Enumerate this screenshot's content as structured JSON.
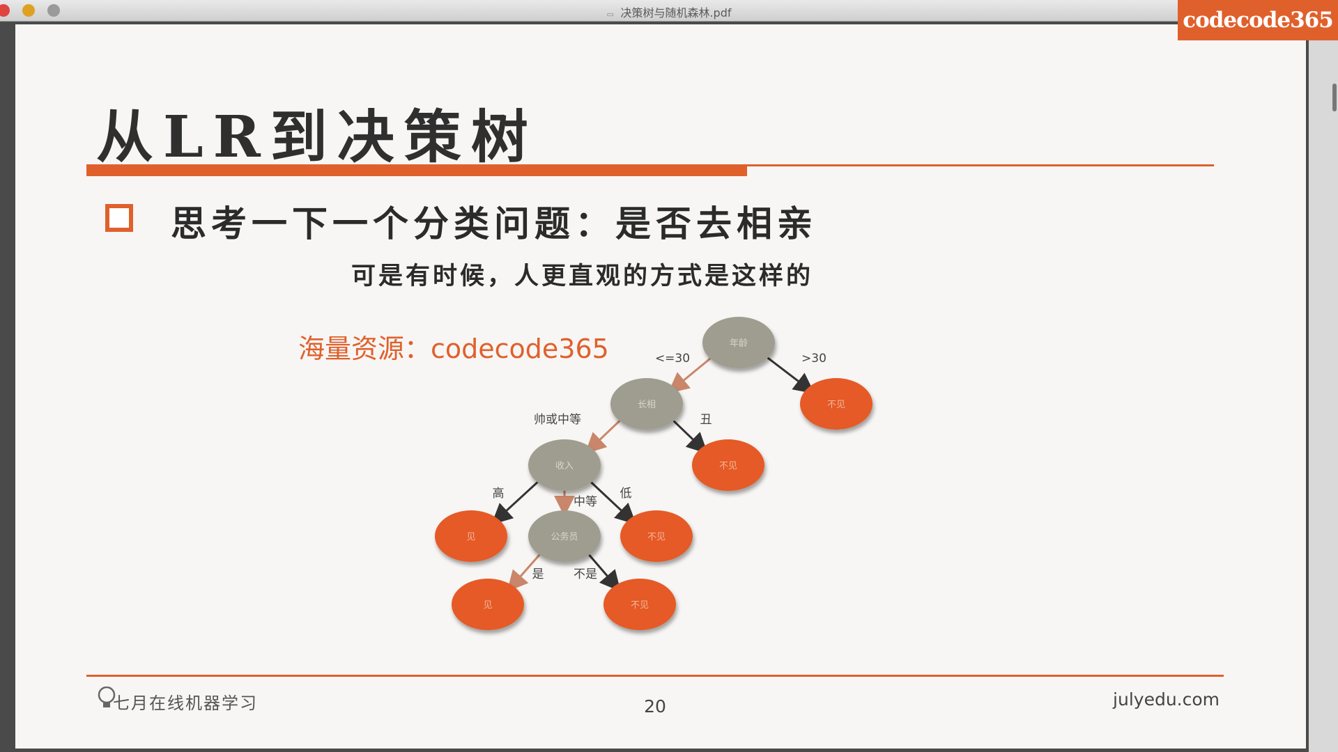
{
  "window": {
    "title": "决策树与随机森林.pdf",
    "watermark": "codecode365"
  },
  "slide": {
    "title": "从LR到决策树",
    "bullet": "思考一下一个分类问题：是否去相亲",
    "subtitle": "可是有时候，人更直观的方式是这样的",
    "promo": "海量资源：codecode365",
    "footer_left": "七月在线机器学习",
    "page_number": "20",
    "footer_right": "julyedu.com"
  },
  "tree": {
    "nodes": [
      {
        "id": "age",
        "label": "年龄",
        "kind": "decision"
      },
      {
        "id": "looks",
        "label": "长相",
        "kind": "decision"
      },
      {
        "id": "income",
        "label": "收入",
        "kind": "decision"
      },
      {
        "id": "civil",
        "label": "公务员",
        "kind": "decision"
      },
      {
        "id": "no1",
        "label": "不见",
        "kind": "leaf"
      },
      {
        "id": "no2",
        "label": "不见",
        "kind": "leaf"
      },
      {
        "id": "yes1",
        "label": "见",
        "kind": "leaf"
      },
      {
        "id": "no3",
        "label": "不见",
        "kind": "leaf"
      },
      {
        "id": "yes2",
        "label": "见",
        "kind": "leaf"
      },
      {
        "id": "no4",
        "label": "不见",
        "kind": "leaf"
      }
    ],
    "edges": [
      {
        "from": "age",
        "to": "looks",
        "label": "<=30"
      },
      {
        "from": "age",
        "to": "no1",
        "label": ">30"
      },
      {
        "from": "looks",
        "to": "income",
        "label": "帅或中等"
      },
      {
        "from": "looks",
        "to": "no2",
        "label": "丑"
      },
      {
        "from": "income",
        "to": "yes1",
        "label": "高"
      },
      {
        "from": "income",
        "to": "civil",
        "label": "中等"
      },
      {
        "from": "income",
        "to": "no3",
        "label": "低"
      },
      {
        "from": "civil",
        "to": "yes2",
        "label": "是"
      },
      {
        "from": "civil",
        "to": "no4",
        "label": "不是"
      }
    ],
    "colors": {
      "decision": "#9f9d8f",
      "leaf": "#e55a26",
      "arrow": "#333333",
      "arrow_light": "#c9866a"
    }
  }
}
